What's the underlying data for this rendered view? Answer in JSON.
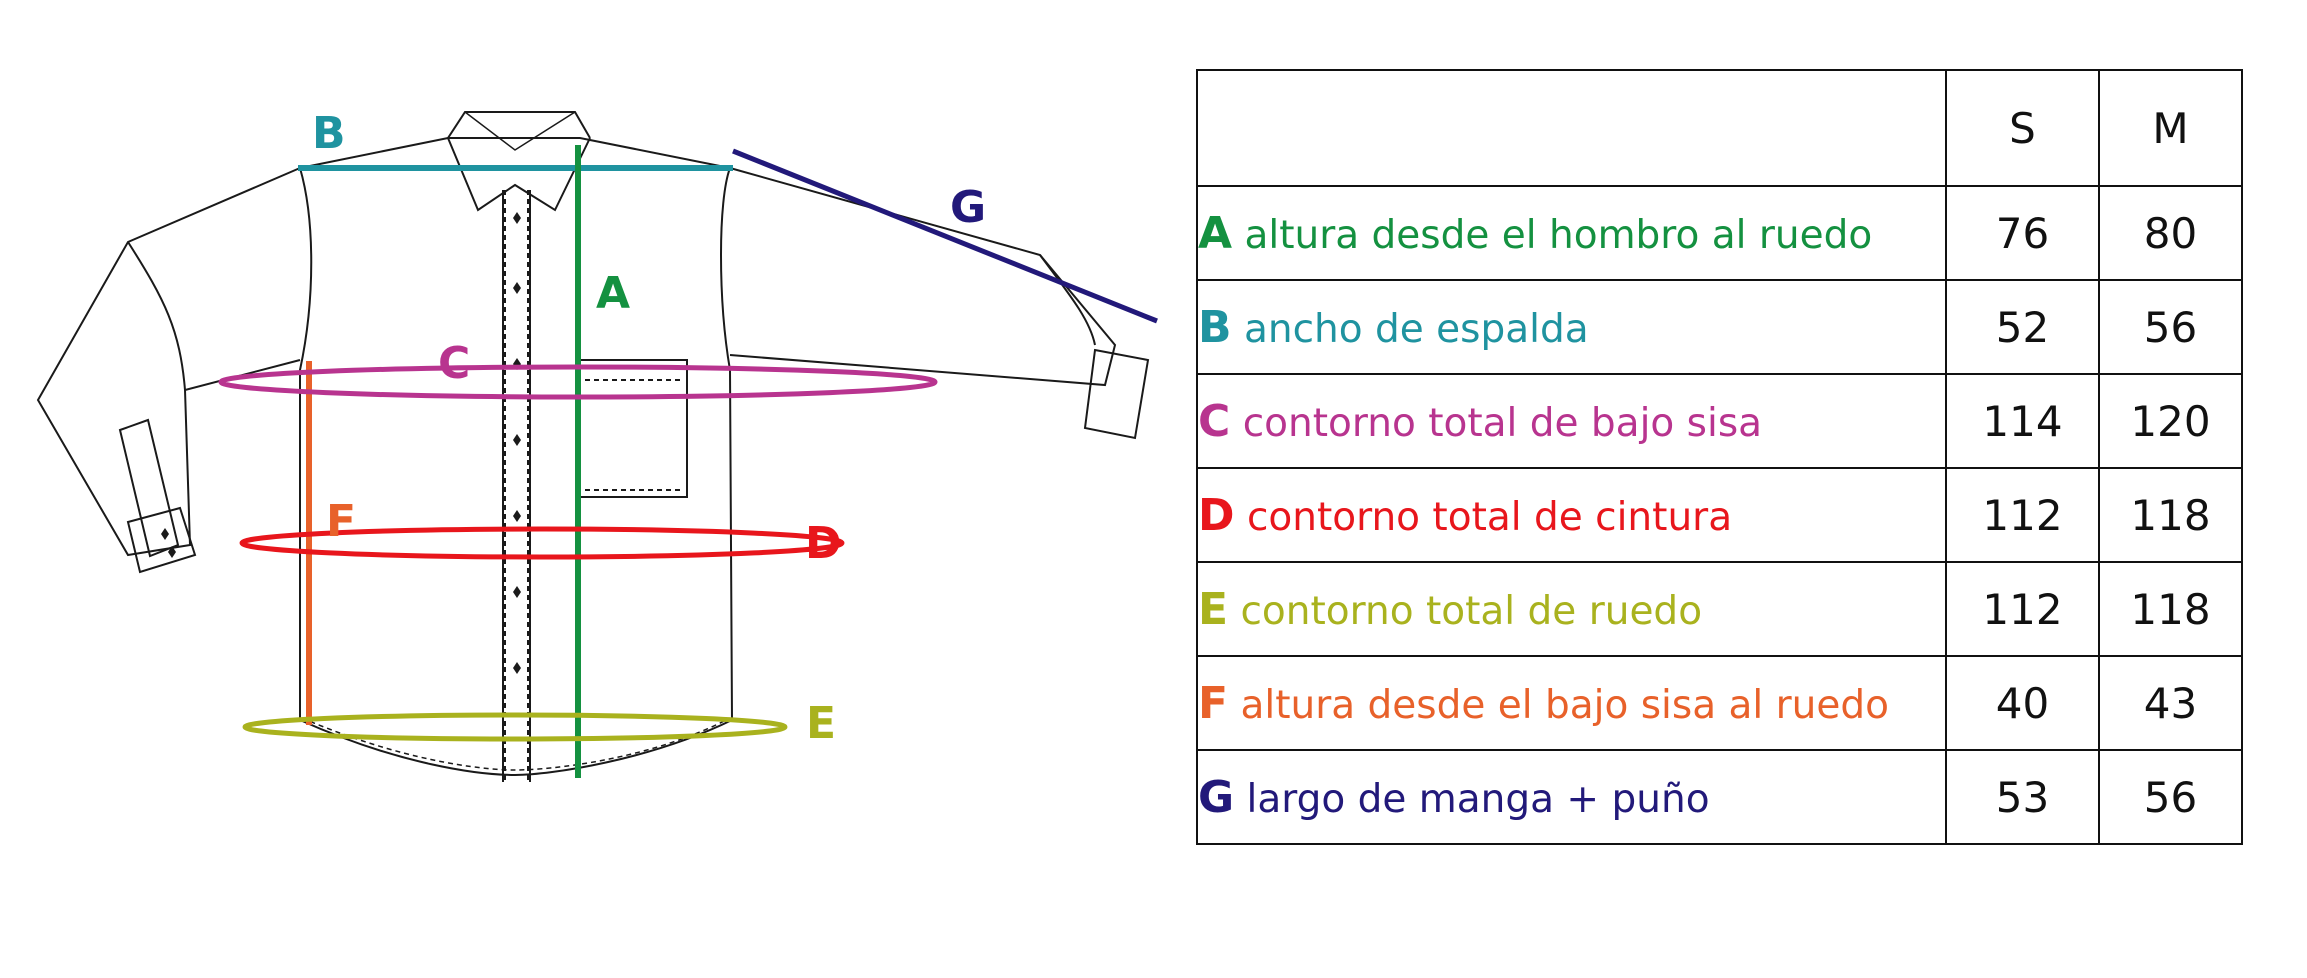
{
  "diagram": {
    "letters": {
      "A": "A",
      "B": "B",
      "C": "C",
      "D": "D",
      "E": "E",
      "F": "F",
      "G": "G"
    },
    "colors": {
      "A": "#149140",
      "B": "#1f93a0",
      "C": "#b8348f",
      "D": "#e8161c",
      "E": "#a9b21e",
      "F": "#e8612a",
      "G": "#22197a",
      "outline": "#1a1a1a"
    }
  },
  "table": {
    "header": {
      "blank": "",
      "s": "S",
      "m": "M"
    },
    "rows": [
      {
        "letter": "A",
        "label": "altura desde el hombro al ruedo",
        "s": "76",
        "m": "80",
        "color": "#149140"
      },
      {
        "letter": "B",
        "label": "ancho de espalda",
        "s": "52",
        "m": "56",
        "color": "#1f93a0"
      },
      {
        "letter": "C",
        "label": "contorno total de bajo sisa",
        "s": "114",
        "m": "120",
        "color": "#b8348f"
      },
      {
        "letter": "D",
        "label": "contorno total de cintura",
        "s": "112",
        "m": "118",
        "color": "#e8161c"
      },
      {
        "letter": "E",
        "label": "contorno total de ruedo",
        "s": "112",
        "m": "118",
        "color": "#a9b21e"
      },
      {
        "letter": "F",
        "label": "altura desde el bajo sisa al ruedo",
        "s": "40",
        "m": "43",
        "color": "#e8612a"
      },
      {
        "letter": "G",
        "label": "largo de manga + puño",
        "s": "53",
        "m": "56",
        "color": "#22197a"
      }
    ]
  }
}
